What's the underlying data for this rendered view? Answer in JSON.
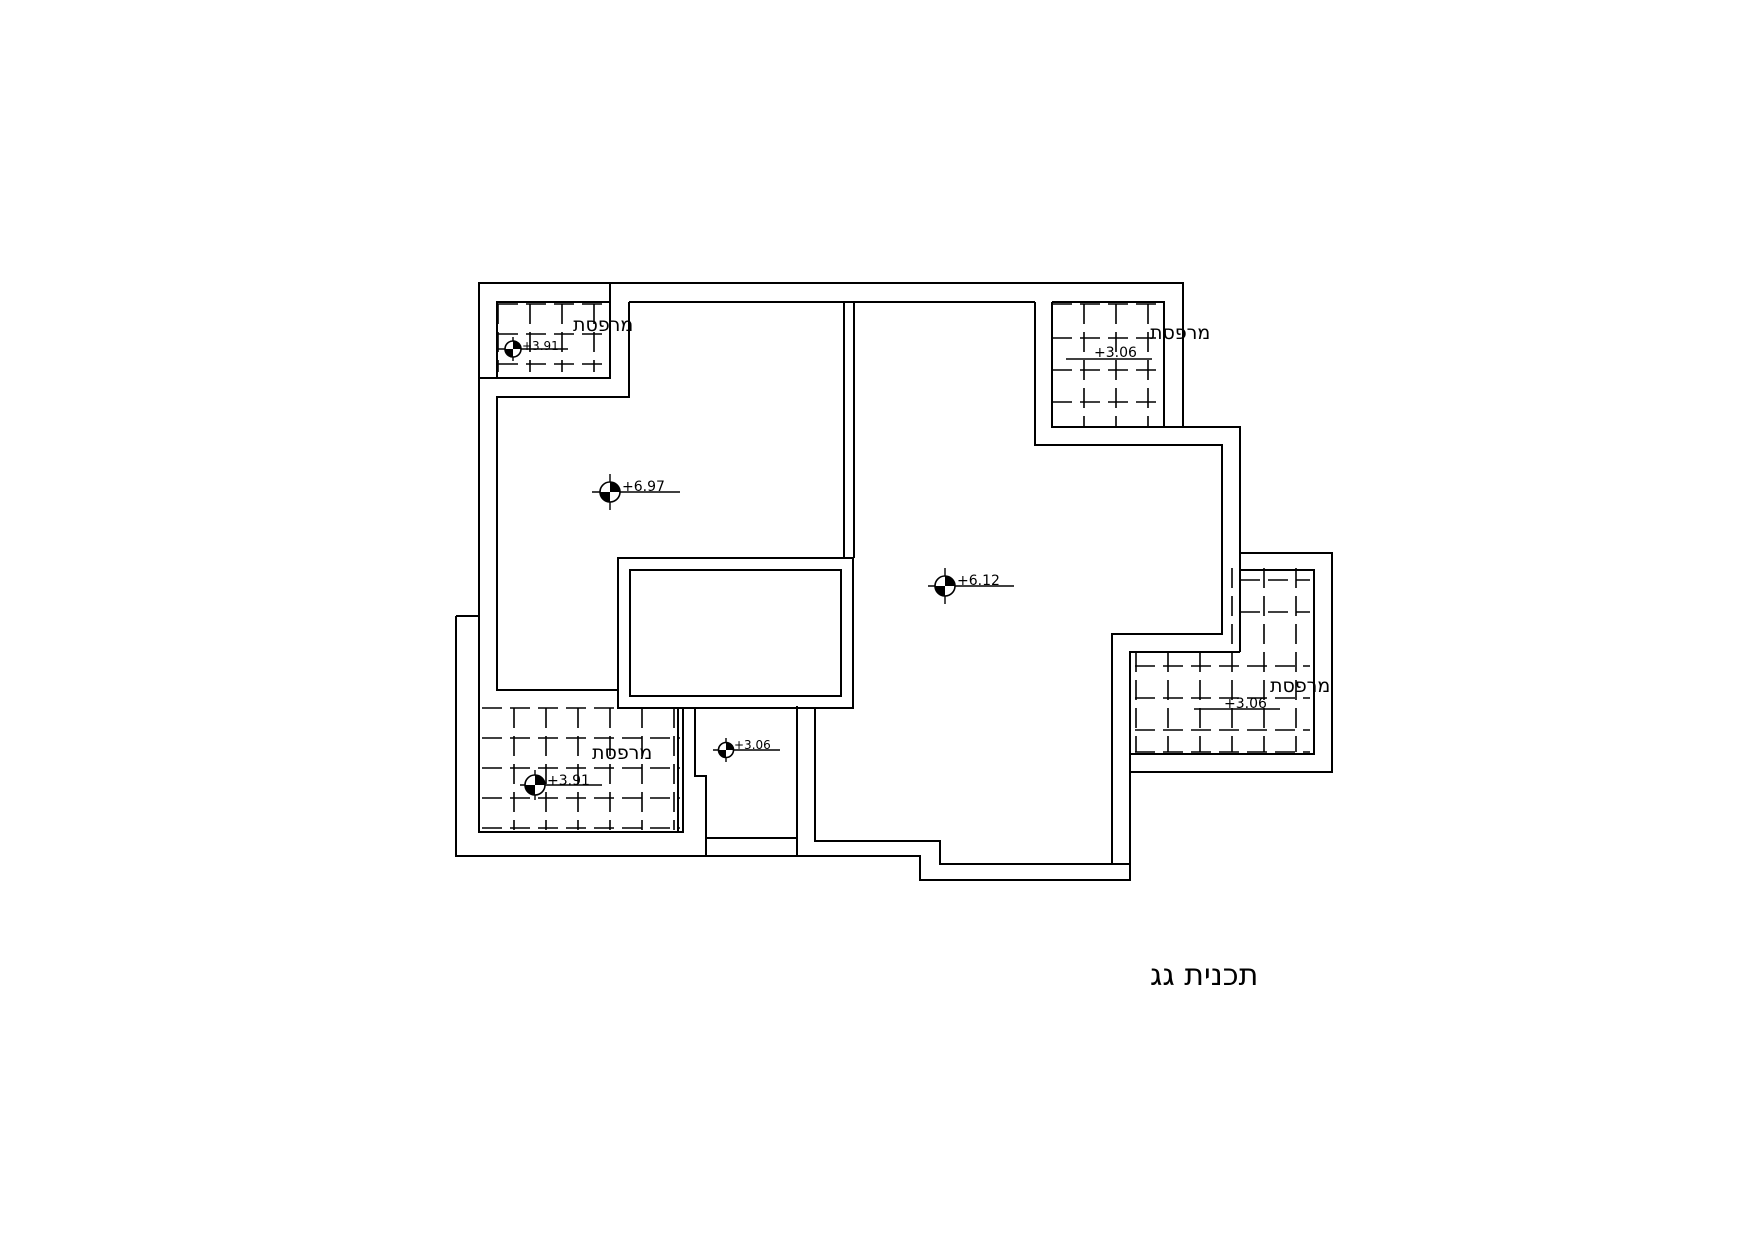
{
  "drawing_title": "תכנית גג",
  "balconies": [
    {
      "id": "top-left",
      "label": "מרפסת",
      "level": "+3.91"
    },
    {
      "id": "top-right",
      "label": "מרפסת",
      "level": "+3.06"
    },
    {
      "id": "right",
      "label": "מרפסת",
      "level": "+3.06"
    },
    {
      "id": "bottom-left",
      "label": "מרפסת",
      "level": "+3.91"
    }
  ],
  "roof_levels": [
    {
      "id": "roof-left",
      "level": "+6.97"
    },
    {
      "id": "roof-main",
      "level": "+6.12"
    },
    {
      "id": "passage",
      "level": "+3.06"
    }
  ]
}
